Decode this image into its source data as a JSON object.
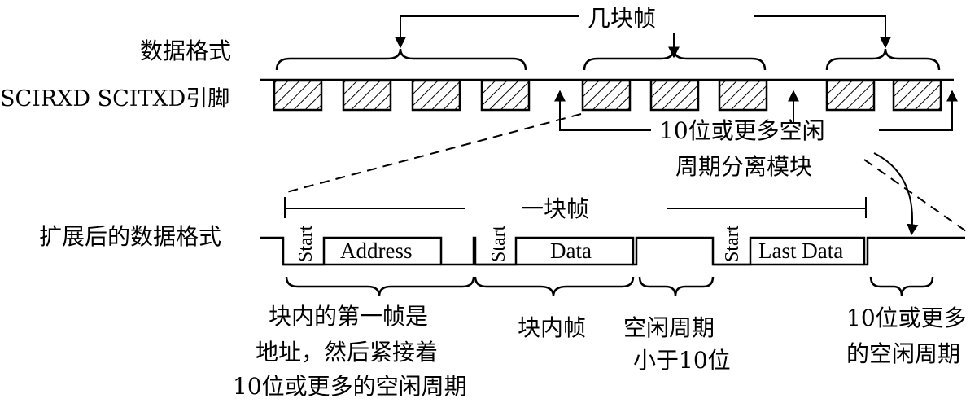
{
  "diagram": {
    "top": {
      "title_label": "几块帧",
      "format_label": "数据格式",
      "pin_label": "SCIRXD SCITXD引脚",
      "idle_note_line1": "10位或更多空闲",
      "idle_note_line2": "周期分离模块"
    },
    "expanded": {
      "label": "扩展后的数据格式",
      "block_label": "一块帧",
      "start_bit": "Start",
      "fields": [
        "Address",
        "Data",
        "Last Data"
      ]
    },
    "annotations": {
      "first_frame": [
        "块内的第一帧是",
        "地址，然后紧接着",
        "10位或更多的空闲周期"
      ],
      "inner_frame": "块内帧",
      "short_idle": [
        "空闲周期",
        "小于10位"
      ],
      "long_idle": [
        "10位或更多",
        "的空闲周期"
      ]
    }
  }
}
